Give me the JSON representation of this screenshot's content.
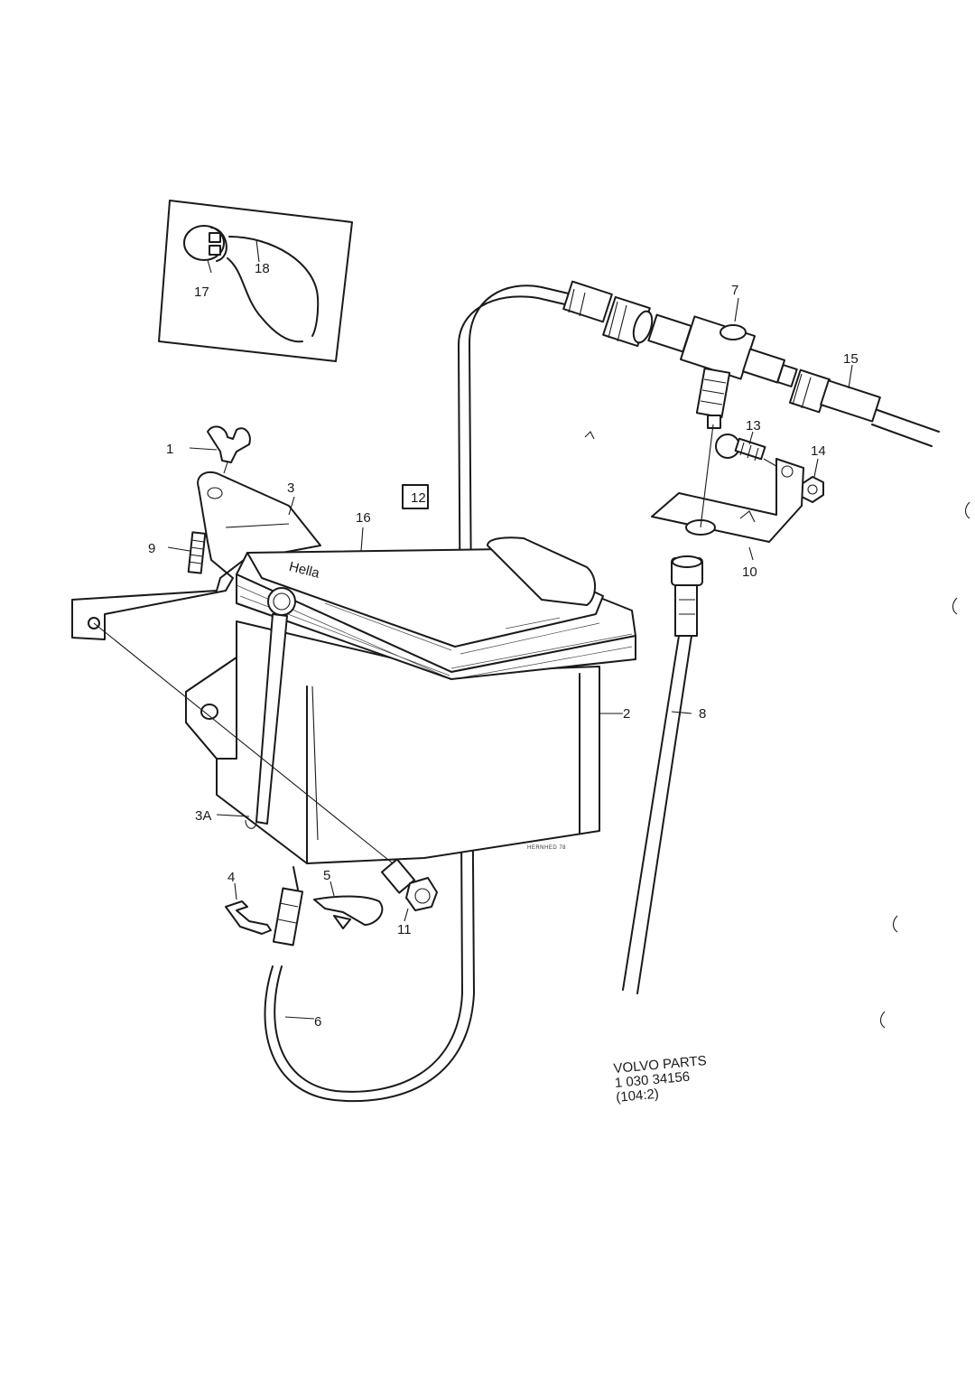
{
  "callouts": [
    {
      "id": "17",
      "text": "17"
    },
    {
      "id": "18",
      "text": "18"
    },
    {
      "id": "7",
      "text": "7"
    },
    {
      "id": "15",
      "text": "15"
    },
    {
      "id": "13",
      "text": "13"
    },
    {
      "id": "14",
      "text": "14"
    },
    {
      "id": "10",
      "text": "10"
    },
    {
      "id": "8",
      "text": "8"
    },
    {
      "id": "1",
      "text": "1"
    },
    {
      "id": "3",
      "text": "3"
    },
    {
      "id": "9",
      "text": "9"
    },
    {
      "id": "12",
      "text": "12"
    },
    {
      "id": "2",
      "text": "2"
    },
    {
      "id": "16",
      "text": "16"
    },
    {
      "id": "3A",
      "text": "3A"
    },
    {
      "id": "4",
      "text": "4"
    },
    {
      "id": "5",
      "text": "5"
    },
    {
      "id": "11",
      "text": "11"
    },
    {
      "id": "6",
      "text": "6"
    }
  ],
  "stamp": {
    "line1": "VOLVO PARTS",
    "line2": "1 030 34156",
    "line3": "(104:2)"
  },
  "lid_lettering": "Hella",
  "artist_signature": "HERNHED 78",
  "colors": {
    "ink": "#1a1a1a",
    "paper": "#ffffff"
  }
}
